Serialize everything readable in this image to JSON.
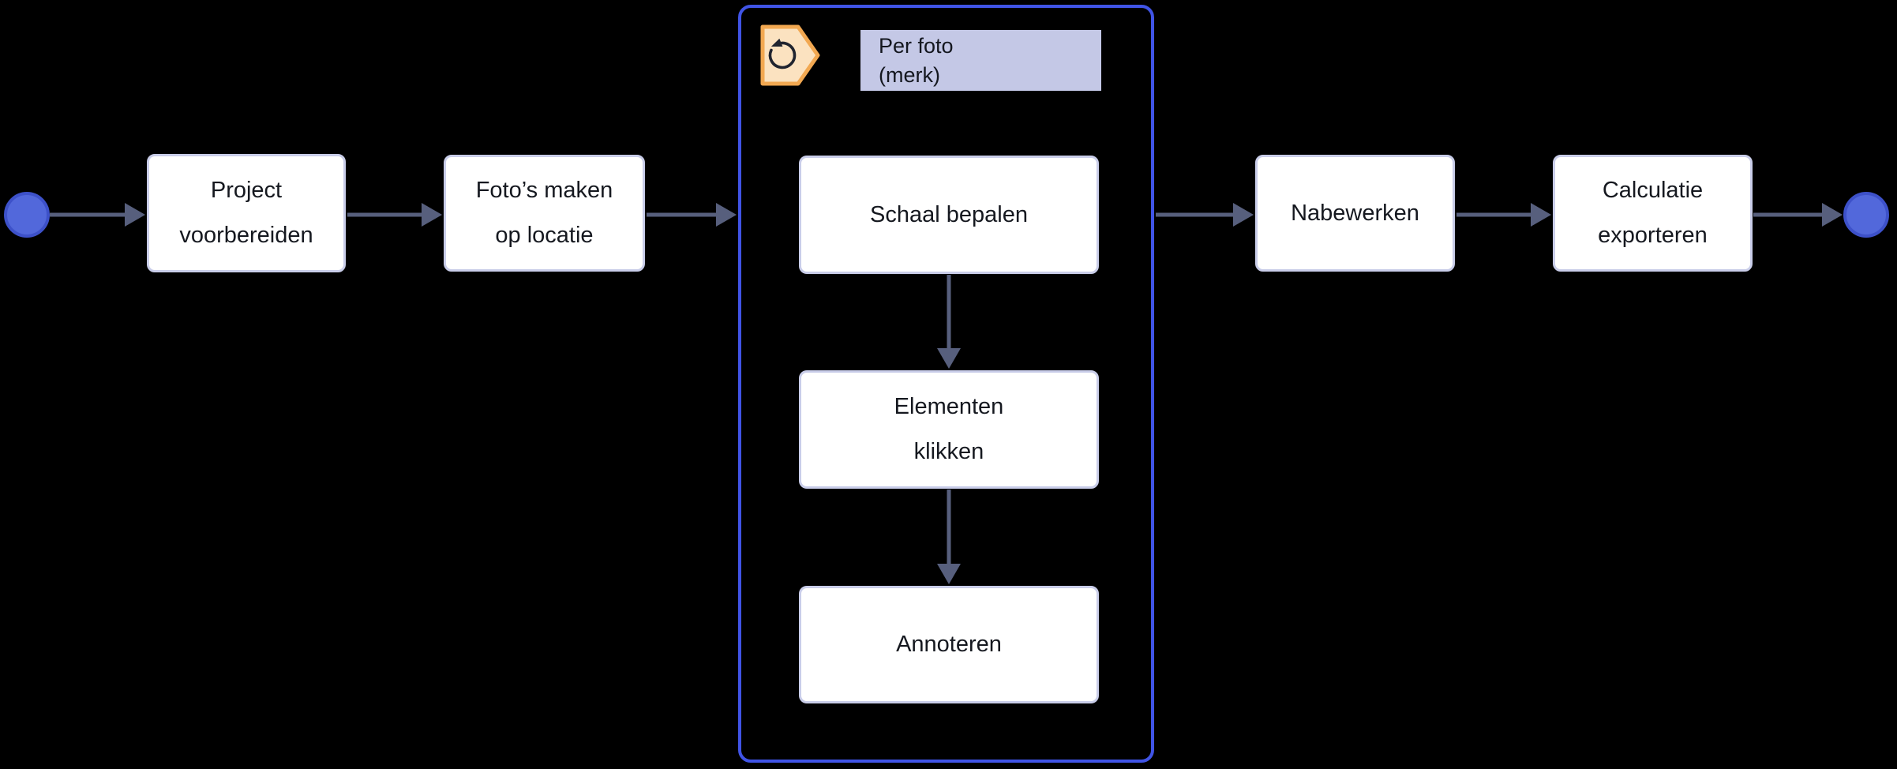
{
  "diagram": {
    "type": "flowchart",
    "background_color": "#000000",
    "terminals": {
      "start": {
        "name": "start"
      },
      "end": {
        "name": "end"
      }
    },
    "nodes": {
      "project": {
        "lines": [
          "Project",
          "voorbereiden"
        ]
      },
      "fotos": {
        "lines": [
          "Foto’s maken",
          "op locatie"
        ]
      },
      "schaal": {
        "lines": [
          "Schaal bepalen"
        ]
      },
      "elementen": {
        "lines": [
          "Elementen",
          "klikken"
        ]
      },
      "annoteren": {
        "lines": [
          "Annoteren"
        ]
      },
      "nabewerken": {
        "lines": [
          "Nabewerken"
        ]
      },
      "calculatie": {
        "lines": [
          "Calculatie",
          "exporteren"
        ]
      }
    },
    "loop_group": {
      "icon": "loop-icon",
      "label_lines": [
        "Per foto",
        "(merk)"
      ]
    },
    "edges": [
      {
        "from": "start",
        "to": "project"
      },
      {
        "from": "project",
        "to": "fotos"
      },
      {
        "from": "fotos",
        "to": "loop-group"
      },
      {
        "from": "schaal",
        "to": "elementen"
      },
      {
        "from": "elementen",
        "to": "annoteren"
      },
      {
        "from": "loop-group",
        "to": "nabewerken"
      },
      {
        "from": "nabewerken",
        "to": "calculatie"
      },
      {
        "from": "calculatie",
        "to": "end"
      }
    ],
    "colors": {
      "node_fill": "#FFFFFF",
      "node_border": "#C9CDE9",
      "node_text": "#15181F",
      "edge": "#575F7D",
      "group_border": "#4054E6",
      "group_label_bg": "#C4C8E6",
      "loop_marker_fill": "#FBE2C0",
      "loop_marker_border": "#F2A851",
      "terminal_fill": "#5268DB",
      "terminal_border": "#3D51C9"
    }
  }
}
